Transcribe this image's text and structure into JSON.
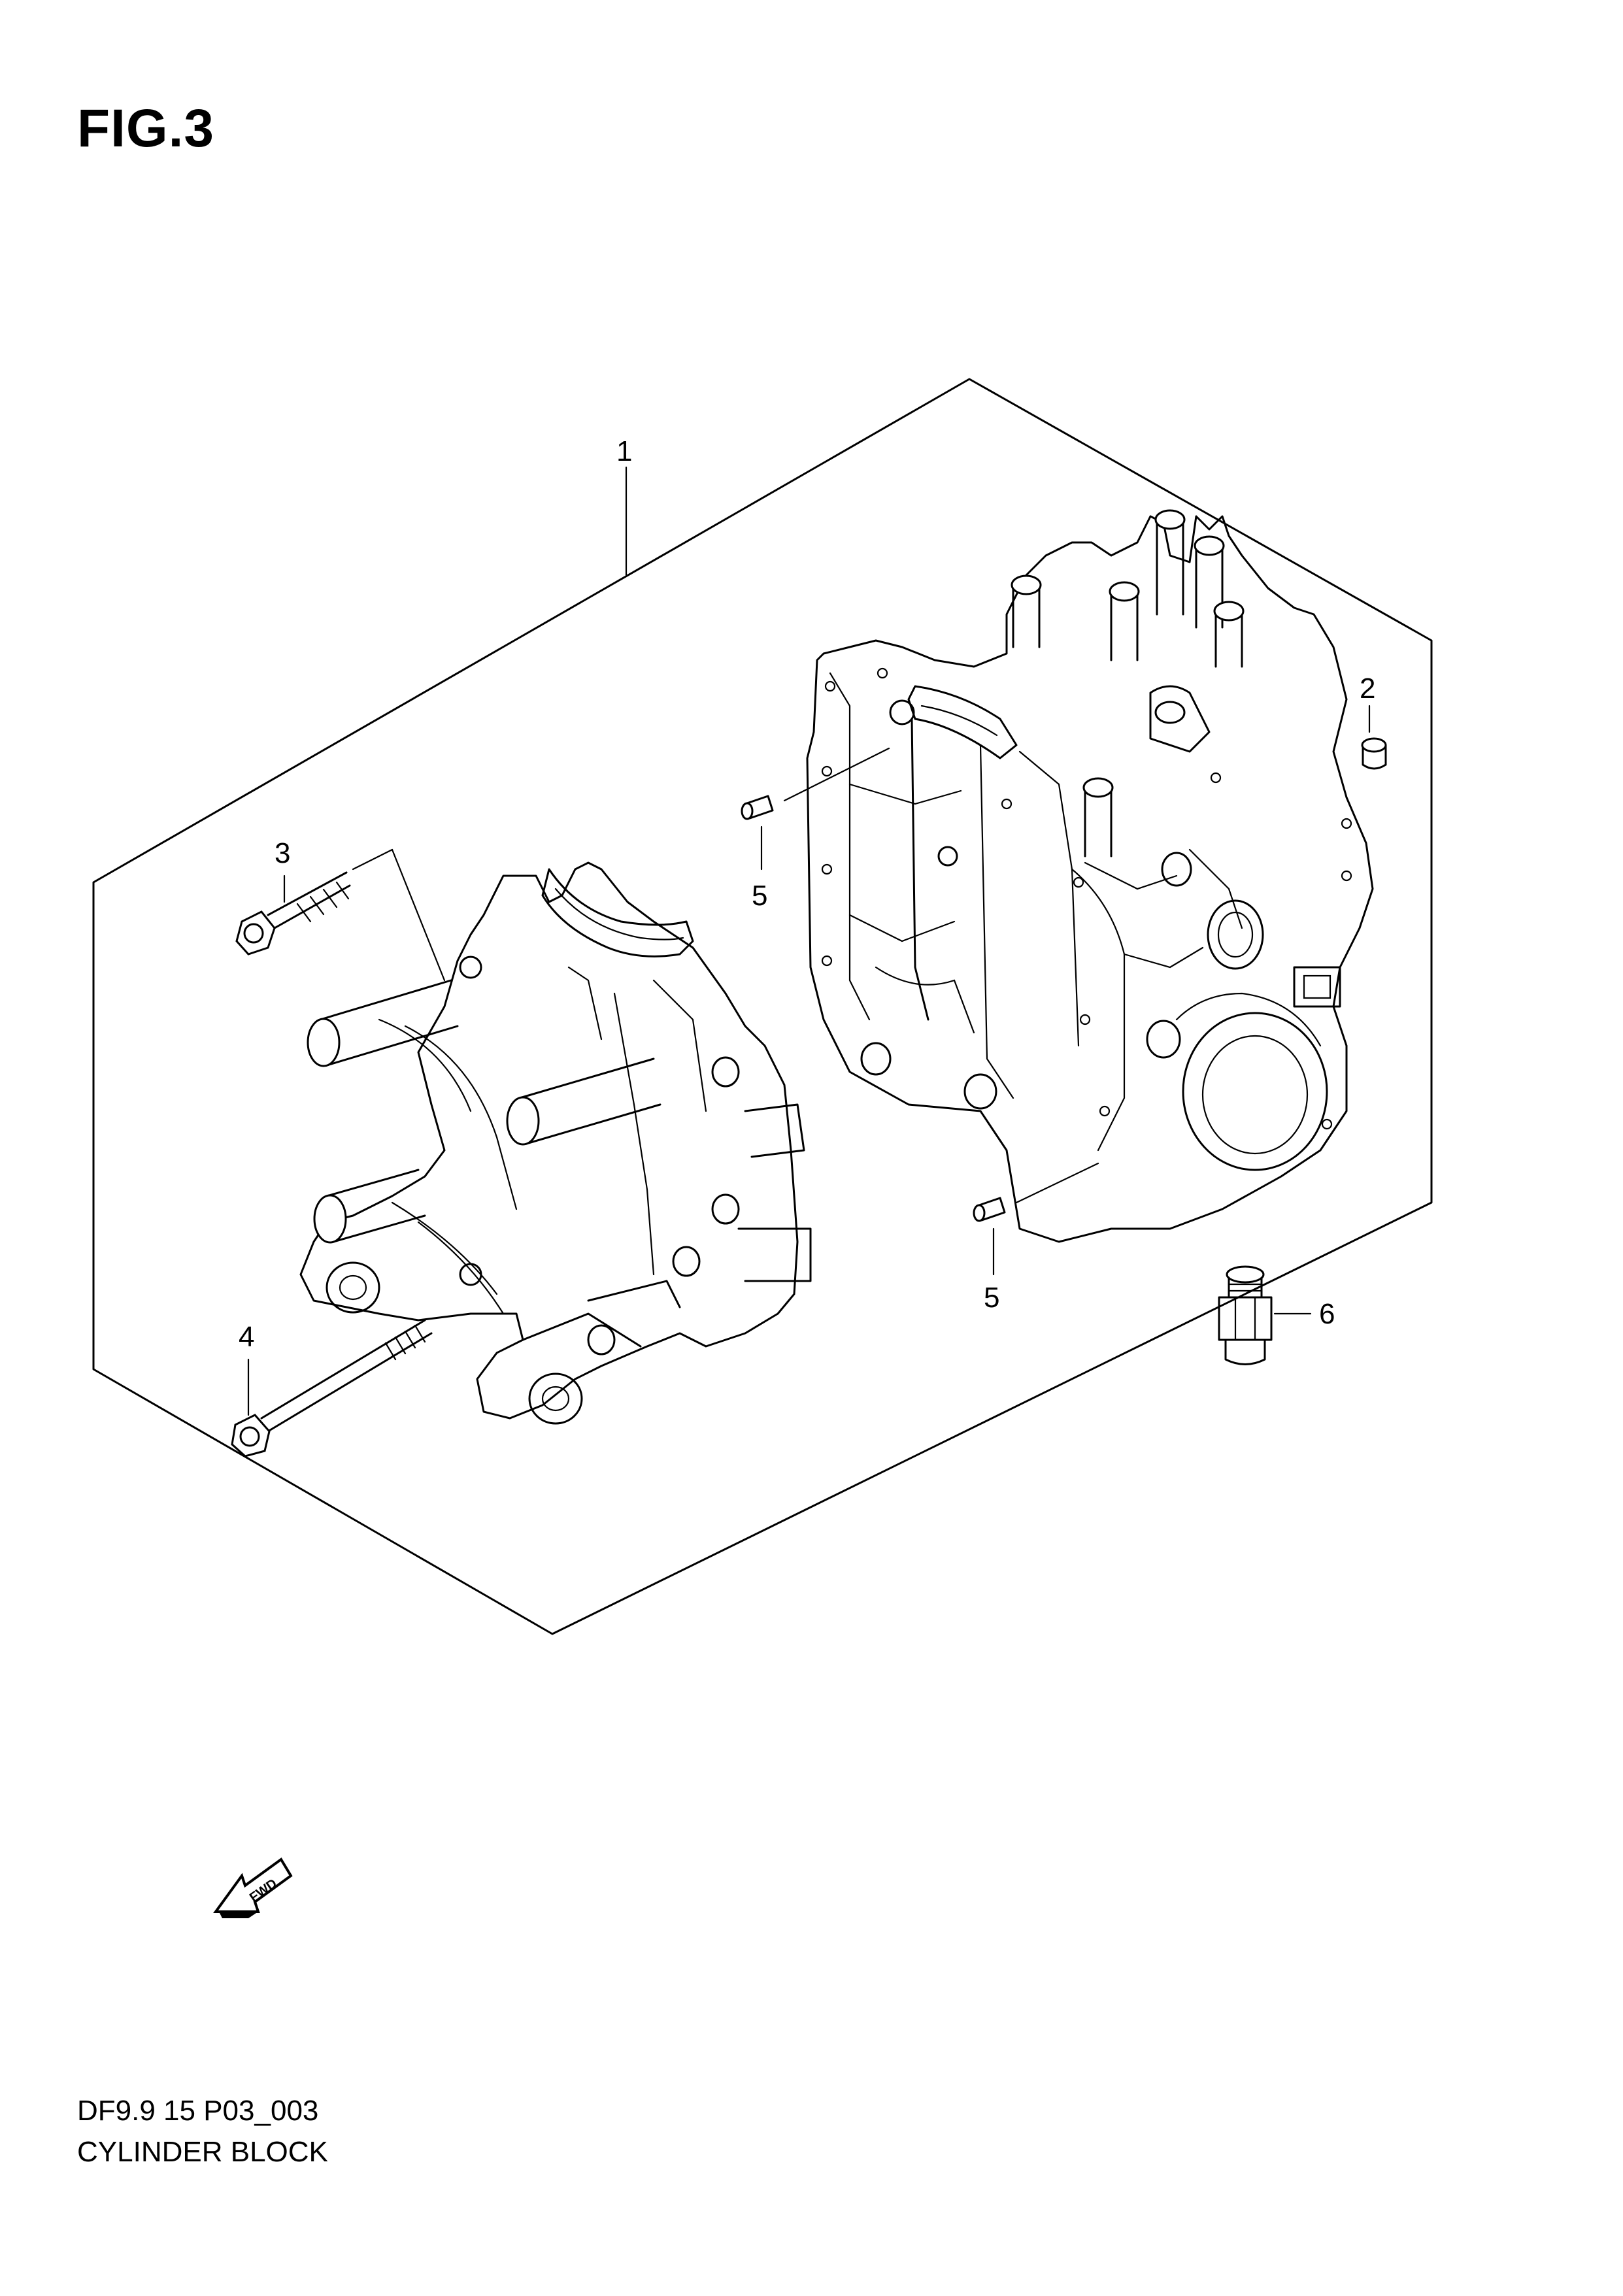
{
  "figure": {
    "title": "FIG.3",
    "code": "DF9.9 15 P03_003",
    "name": "CYLINDER BLOCK",
    "fwd_label": "FWD"
  },
  "callouts": [
    {
      "id": "1",
      "label": "1"
    },
    {
      "id": "2",
      "label": "2"
    },
    {
      "id": "3",
      "label": "3"
    },
    {
      "id": "4",
      "label": "4"
    },
    {
      "id": "5a",
      "label": "5"
    },
    {
      "id": "5b",
      "label": "5"
    },
    {
      "id": "6",
      "label": "6"
    }
  ]
}
